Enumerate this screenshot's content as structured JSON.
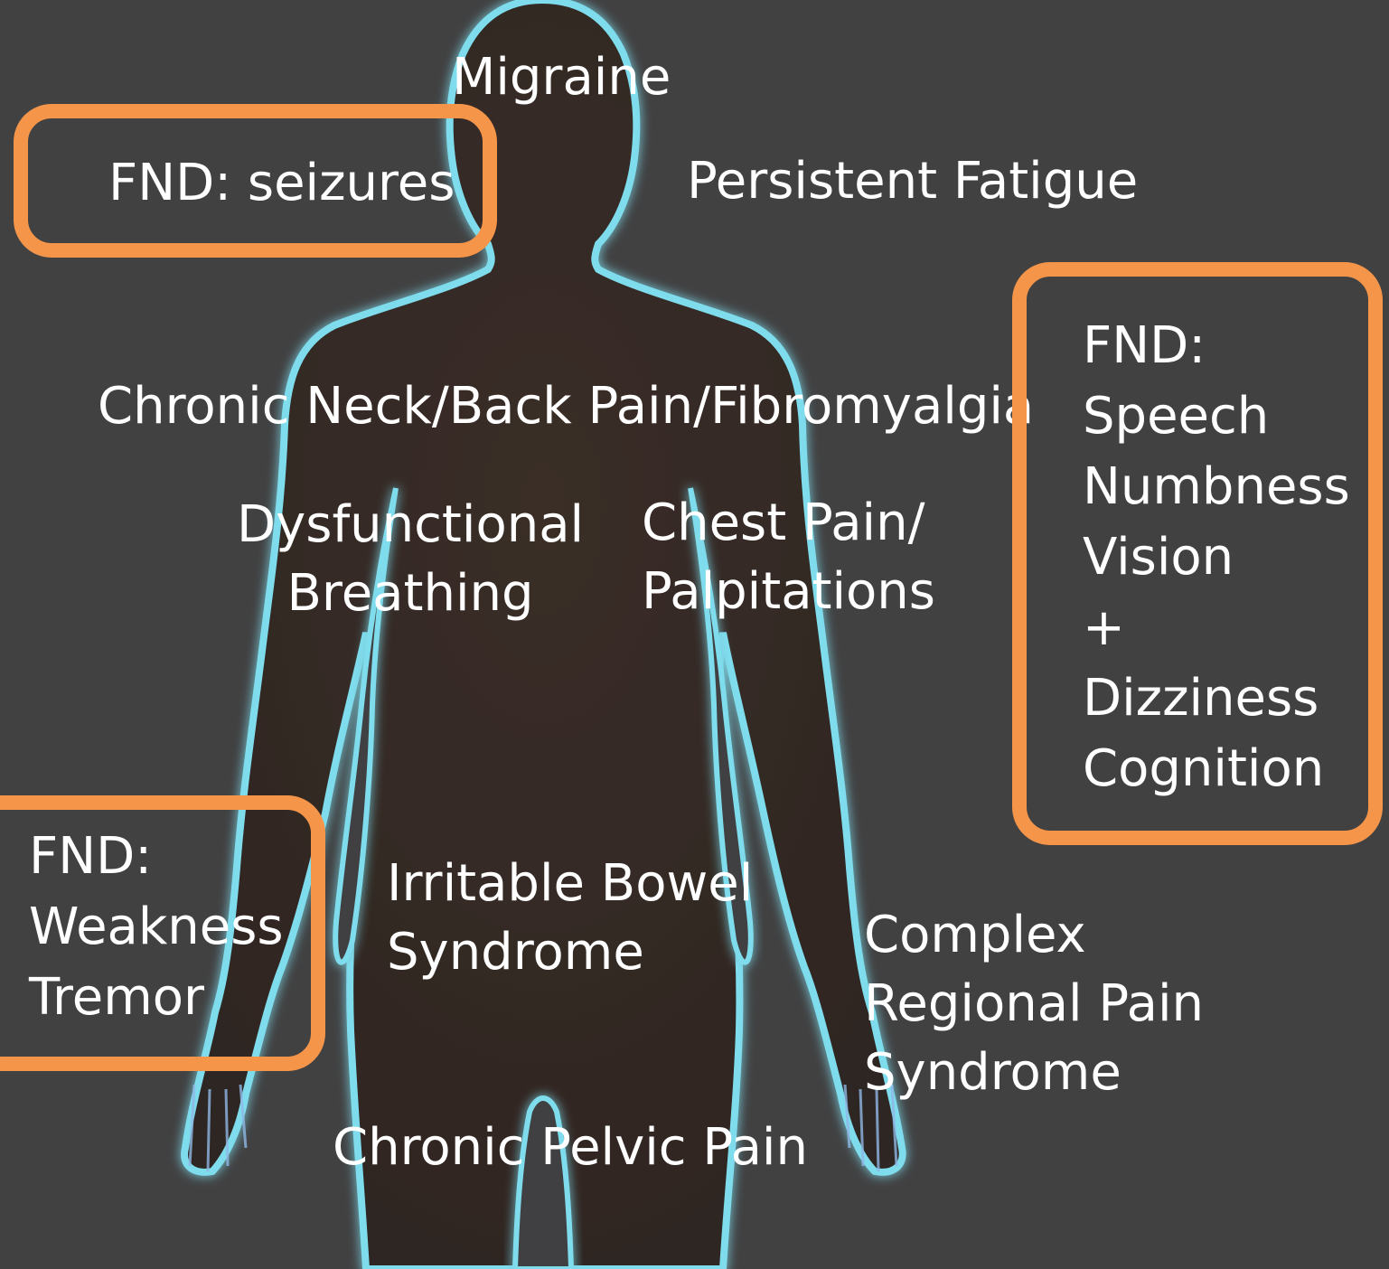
{
  "colors": {
    "background": "#414142",
    "silhouette_fill": "#362c27",
    "outline_glow": "#7fdcec",
    "highlight_box": "#f5954a",
    "label_text": "#ffffff"
  },
  "figure": {
    "name": "human-body-silhouette"
  },
  "labels": {
    "migraine": "Migraine",
    "persistent_fatigue": "Persistent Fatigue",
    "neck_back": "Chronic Neck/Back Pain/Fibromyalgia",
    "dysfunctional_breathing": [
      "Dysfunctional",
      "Breathing"
    ],
    "chest_pain": [
      "Chest Pain/",
      "Palpitations"
    ],
    "ibs": [
      "Irritable Bowel",
      "Syndrome"
    ],
    "crps": [
      "Complex",
      "Regional Pain",
      "Syndrome"
    ],
    "pelvic_pain": "Chronic Pelvic Pain"
  },
  "fnd_boxes": {
    "seizures": "FND: seizures",
    "sensory": [
      "FND:",
      "Speech",
      "Numbness",
      "Vision",
      "+",
      "Dizziness",
      "Cognition"
    ],
    "motor": [
      "FND:",
      "Weakness",
      "Tremor"
    ]
  }
}
